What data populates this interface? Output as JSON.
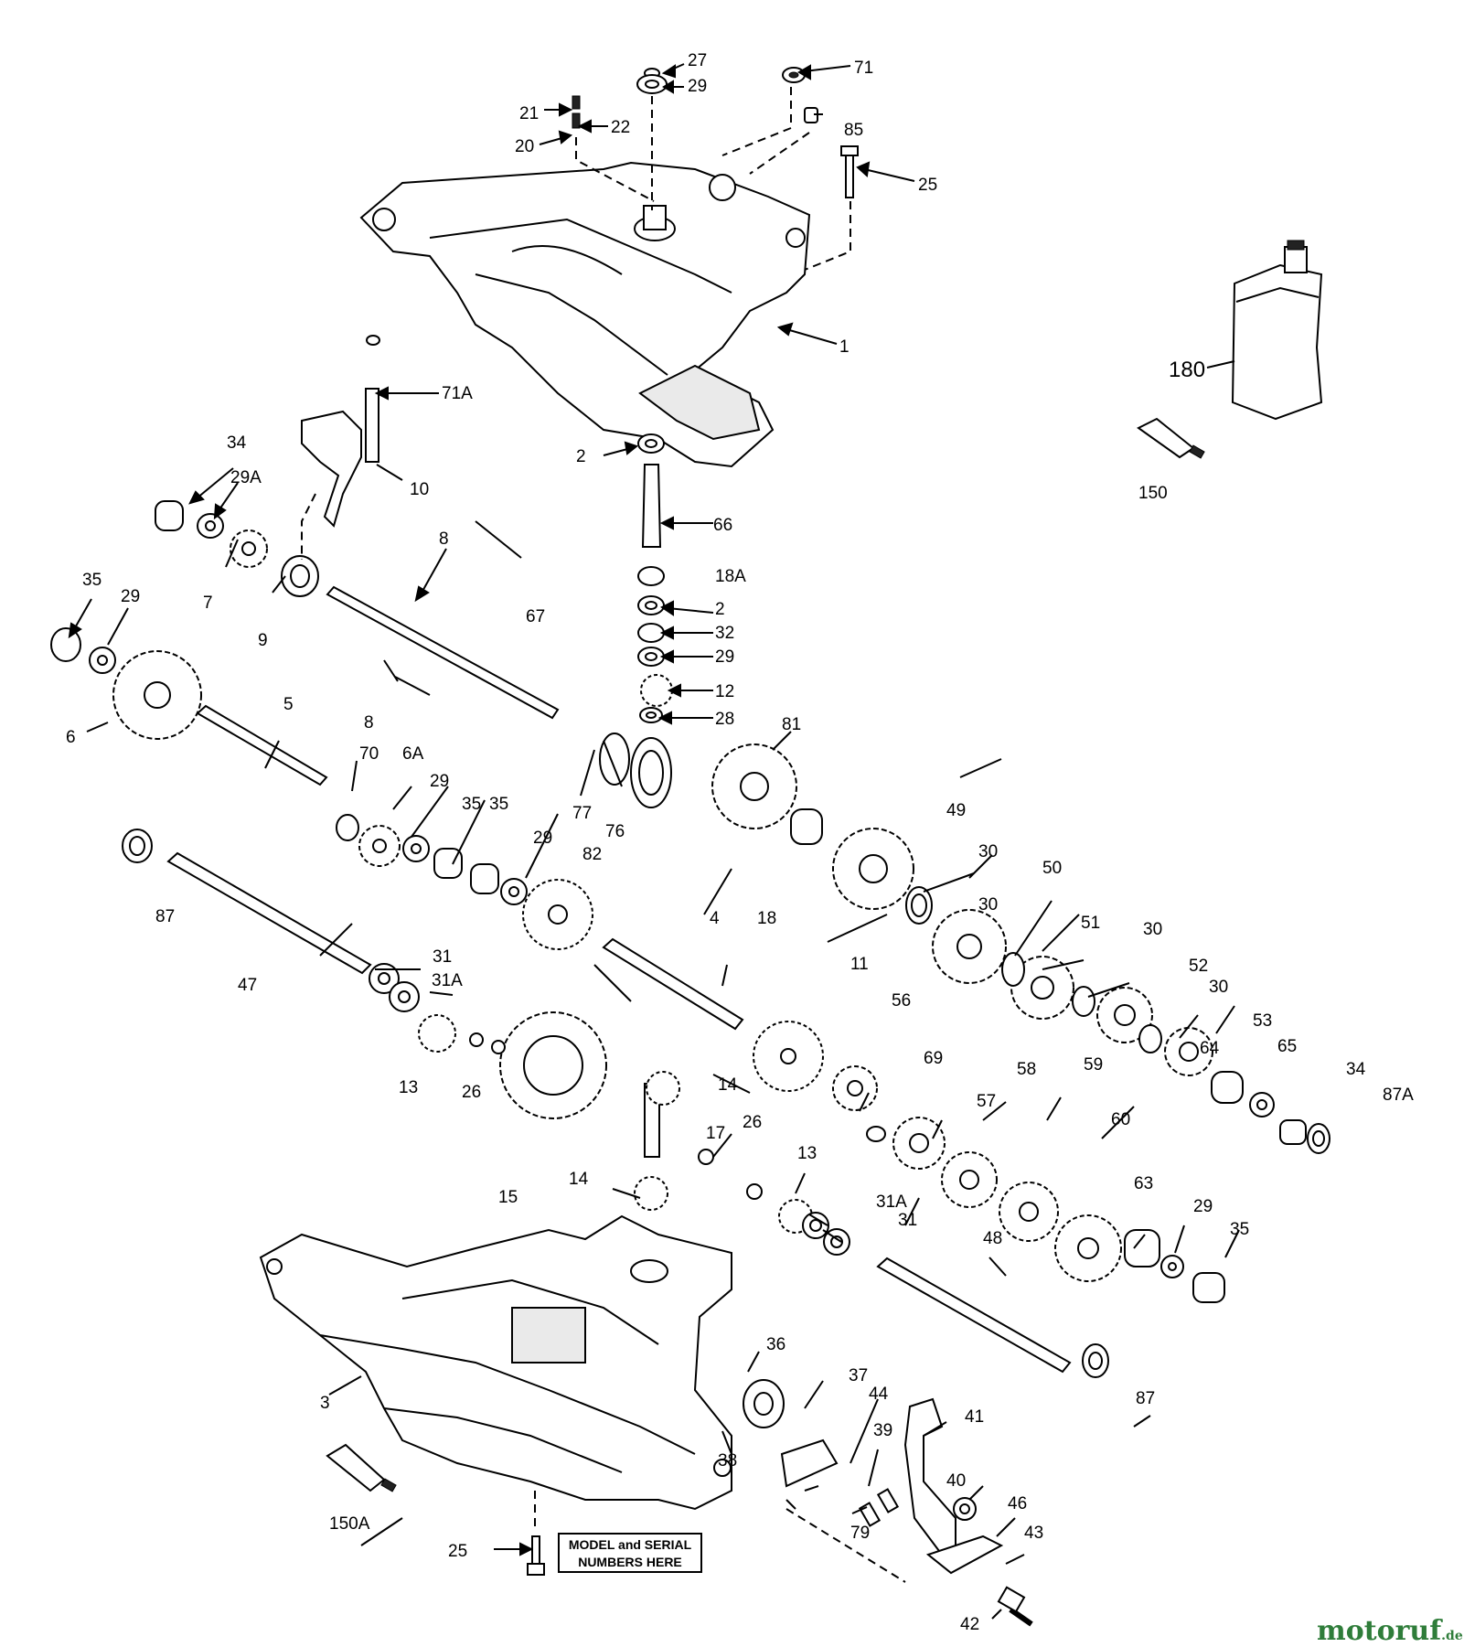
{
  "diagram": {
    "model_note": [
      "MODEL and SERIAL",
      "NUMBERS HERE"
    ],
    "watermark": {
      "text": "motoruf",
      "suffix": ".de"
    },
    "callouts": [
      "27",
      "29",
      "71",
      "21",
      "22",
      "85",
      "20",
      "25",
      "1",
      "180",
      "71A",
      "150",
      "2",
      "34",
      "29A",
      "10",
      "66",
      "8",
      "18A",
      "35",
      "29",
      "7",
      "9",
      "67",
      "2",
      "32",
      "29",
      "6",
      "5",
      "12",
      "28",
      "8",
      "81",
      "70",
      "6A",
      "29",
      "77",
      "76",
      "49",
      "35",
      "35",
      "29",
      "82",
      "30",
      "50",
      "87",
      "18",
      "30",
      "4",
      "51",
      "30",
      "47",
      "31",
      "31A",
      "11",
      "56",
      "52",
      "30",
      "53",
      "64",
      "65",
      "34",
      "87A",
      "13",
      "26",
      "14",
      "69",
      "57",
      "58",
      "59",
      "60",
      "17",
      "26",
      "15",
      "14",
      "13",
      "31A",
      "31",
      "63",
      "29",
      "35",
      "48",
      "36",
      "87",
      "3",
      "37",
      "44",
      "41",
      "39",
      "38",
      "40",
      "46",
      "150A",
      "79",
      "43",
      "25",
      "42"
    ]
  }
}
